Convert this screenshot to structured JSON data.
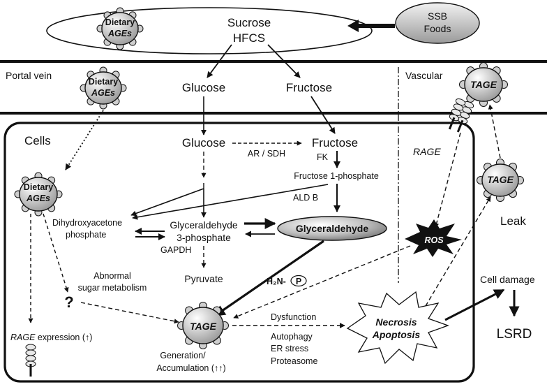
{
  "ingest": {
    "sucrose": "Sucrose",
    "hfcs": "HFCS",
    "ssb": "SSB",
    "foods": "Foods",
    "dietary": "Dietary",
    "ages": "AGEs"
  },
  "portal": {
    "label": "Portal vein",
    "glucose": "Glucose",
    "fructose": "Fructose",
    "vascular": "Vascular"
  },
  "cells": {
    "label": "Cells",
    "glucose": "Glucose",
    "fructose": "Fructose",
    "ar_sdh": "AR / SDH",
    "fk": "FK",
    "fructose_1p": "Fructose 1-phosphate",
    "ald_b": "ALD B",
    "dhap_1": "Dihydroxyacetone",
    "dhap_2": "phosphate",
    "gap_1": "Glyceraldehyde",
    "gap_2": "3-phosphate",
    "glyceraldehyde": "Glyceraldehyde",
    "gapdh": "GAPDH",
    "pyruvate": "Pyruvate",
    "abnormal_1": "Abnormal",
    "abnormal_2": "sugar metabolism",
    "question": "?",
    "h2n": "H₂N-",
    "p": "P",
    "rage_expr_1": "RAGE",
    "rage_expr_2": " expression (↑)",
    "tage": "TAGE",
    "generation": "Generation/",
    "accumulation": "Accumulation (↑↑)",
    "dysfunction": "Dysfunction",
    "autophagy": "Autophagy",
    "er_stress": "ER stress",
    "proteasome": "Proteasome",
    "necrosis": "Necrosis",
    "apoptosis": "Apoptosis",
    "ros": "ROS",
    "rage": "RAGE"
  },
  "vascular": {
    "tage": "TAGE",
    "leak": "Leak",
    "cell_damage": "Cell damage",
    "lsrd": "LSRD"
  }
}
